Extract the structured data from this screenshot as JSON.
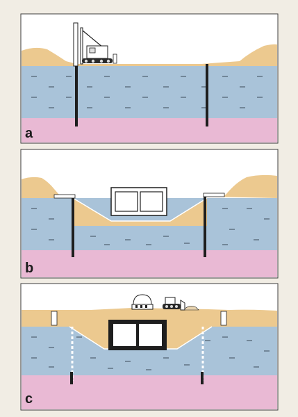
{
  "colors": {
    "page": "#f1ede4",
    "frame": "#ffffff",
    "border": "#3c3c3c",
    "sand": "#ecc98f",
    "water": "#a9c3d9",
    "clay": "#e9b9d4",
    "wall": "#1e1e1e",
    "dash": "#3b4a57",
    "concrete": "#cfc8bd"
  },
  "panels": [
    {
      "label": "a",
      "stage": "sheet-pile-walls-driven",
      "equipment": [
        "pile-driver-rig-icon"
      ]
    },
    {
      "label": "b",
      "stage": "dredged-trench-with-tunnel-element",
      "equipment": []
    },
    {
      "label": "c",
      "stage": "backfilled-completed-tunnel",
      "equipment": [
        "dome-structure-icon",
        "bulldozer-icon"
      ]
    }
  ]
}
